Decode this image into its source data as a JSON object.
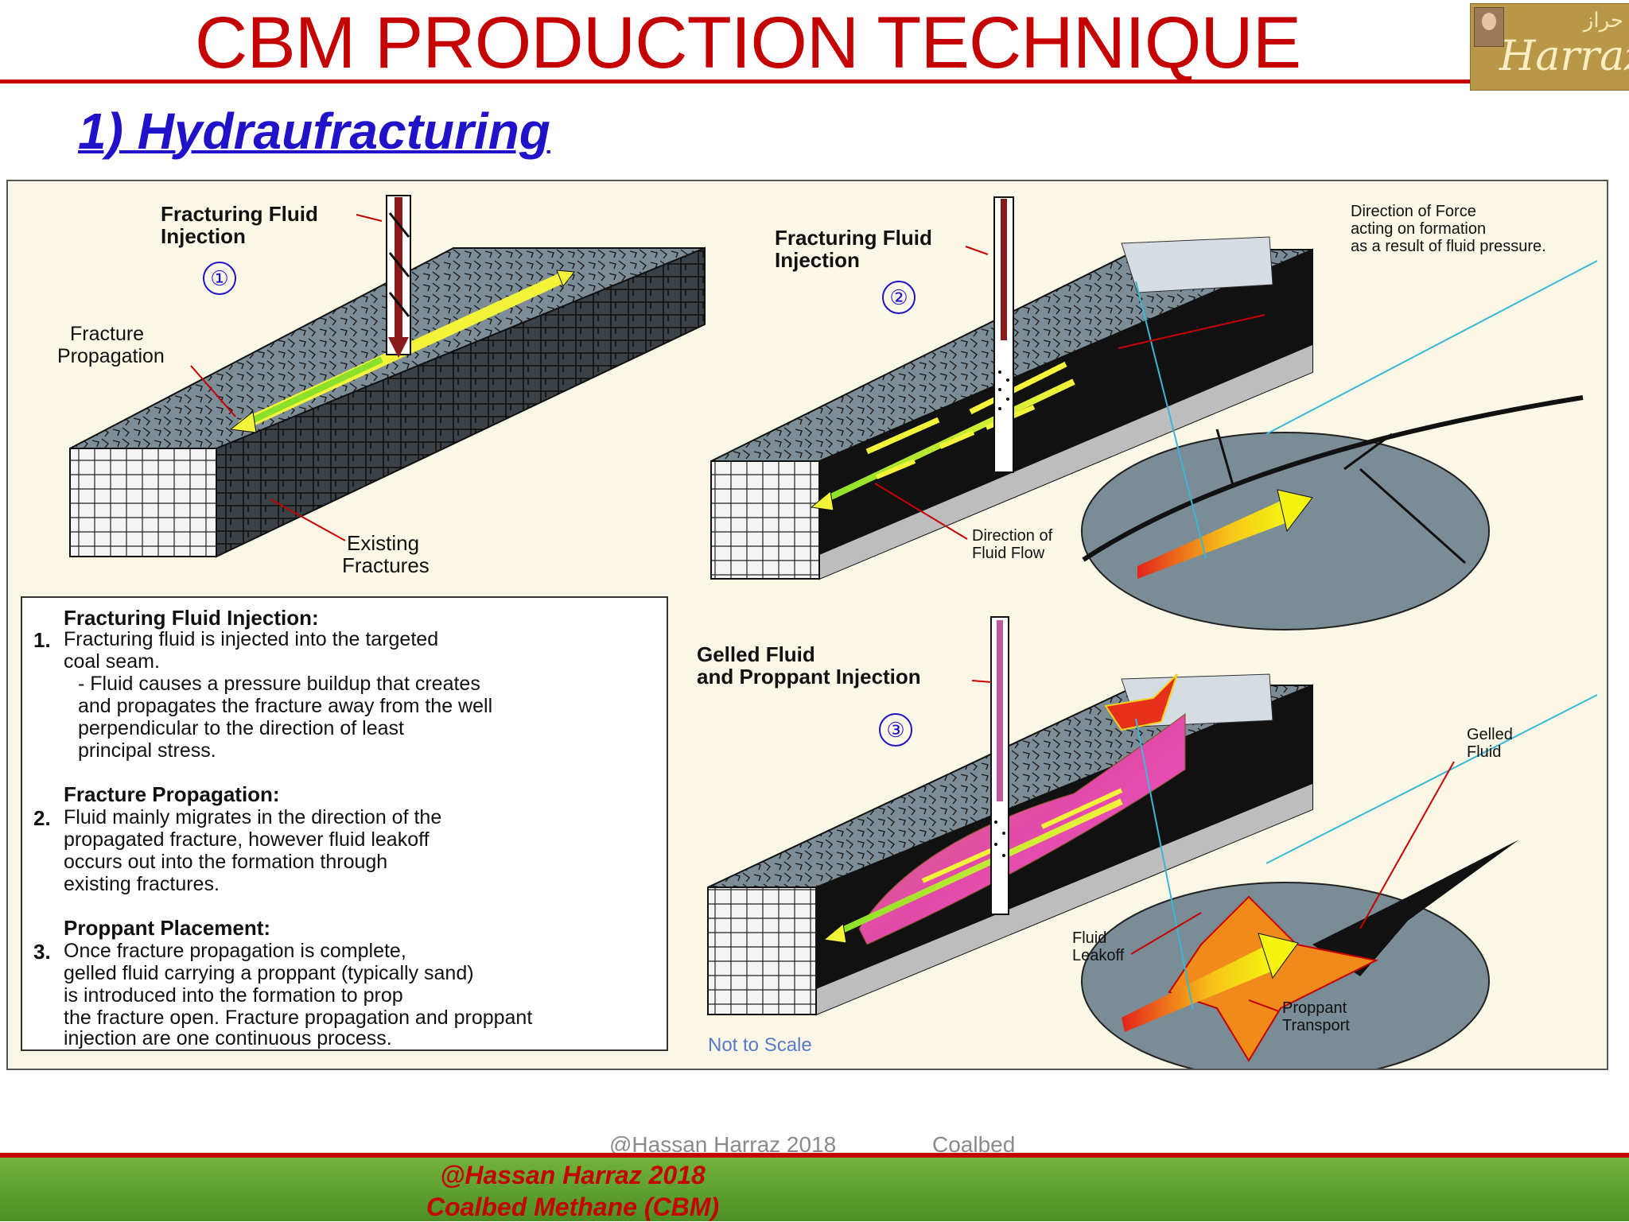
{
  "title": "CBM PRODUCTION TECHNIQUE",
  "subtitle": "1) Hydraufracturing",
  "logo": {
    "brand": "Harraz",
    "arabic": "حراز",
    "has_photo": true
  },
  "figure": {
    "panel1": {
      "number": "①",
      "injection_label": [
        "Fracturing Fluid",
        "Injection"
      ],
      "fracture_label": [
        "Fracture",
        "Propagation"
      ],
      "existing_label": [
        "Existing",
        "Fractures"
      ]
    },
    "panel2": {
      "number": "②",
      "injection_label": [
        "Fracturing Fluid",
        "Injection"
      ],
      "force_label": [
        "Direction of Force",
        "acting on formation",
        "as a result of fluid pressure."
      ],
      "flow_label": [
        "Direction of",
        "Fluid Flow"
      ]
    },
    "panel3": {
      "number": "③",
      "injection_label": [
        "Gelled Fluid",
        "and Proppant Injection"
      ],
      "gelled_label": [
        "Gelled",
        "Fluid"
      ],
      "leakoff_label": [
        "Fluid",
        "Leakoff"
      ],
      "proppant_label": [
        "Proppant",
        "Transport"
      ]
    },
    "scale_note": "Not to Scale",
    "legend": {
      "section1_title": "Fracturing Fluid Injection:",
      "section1_number": "1.",
      "section1_lines": [
        "Fracturing fluid is injected into the targeted",
        "coal seam."
      ],
      "section1_sub_lines": [
        "- Fluid causes a pressure buildup that creates",
        "  and propagates the fracture away from the well",
        "  perpendicular to the direction of least",
        "  principal stress."
      ],
      "section2_title": "Fracture Propagation:",
      "section2_number": "2.",
      "section2_lines": [
        "Fluid mainly migrates in the direction of the",
        "propagated fracture, however fluid leakoff",
        "occurs out into the formation through",
        "existing fractures."
      ],
      "section3_title": "Proppant Placement:",
      "section3_number": "3.",
      "section3_lines": [
        "Once fracture propagation is complete,",
        "gelled fluid carrying a proppant (typically sand)",
        "is introduced into the formation to prop",
        "the fracture open. Fracture propagation and proppant",
        "injection are one continuous process."
      ]
    }
  },
  "footer": {
    "ghost_left": "@Hassan Harraz 2018",
    "ghost_right": "Coalbed",
    "line1": "@Hassan Harraz 2018",
    "line2": "Coalbed Methane (CBM)"
  },
  "colors": {
    "title_red": "#c40000",
    "subtitle_blue": "#1f12c9",
    "band_green": "#5ea02e",
    "figure_bg": "#fbf7e6"
  }
}
